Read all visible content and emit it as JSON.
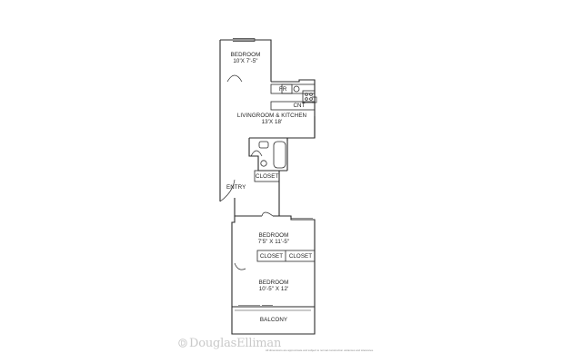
{
  "rooms": {
    "bedroom1": {
      "name": "BEDROOM",
      "dims": "10'X  7'-5\""
    },
    "living": {
      "name": "LIVINGROOM & KITCHEN",
      "dims": "13'X 18'"
    },
    "bedroom2": {
      "name": "BEDROOM",
      "dims": "7'5\" X 11'-5\""
    },
    "bedroom3": {
      "name": "BEDROOM",
      "dims": "10'-5\" X 12'"
    },
    "balcony": {
      "name": "BALCONY"
    }
  },
  "fixtures": {
    "fridge": "FR",
    "counter": "CNT"
  },
  "closets": {
    "hall": "CLOSET",
    "bedroom_left": "CLOSET",
    "bedroom_right": "CLOSET"
  },
  "entry": "ENTRY",
  "watermark": "DouglasElliman",
  "disclaimer": "All dimensions are approximate and subject to normal construction variances and tolerances.",
  "colors": {
    "wall": "#2a2a2a",
    "watermark": "#c9c9c9"
  }
}
